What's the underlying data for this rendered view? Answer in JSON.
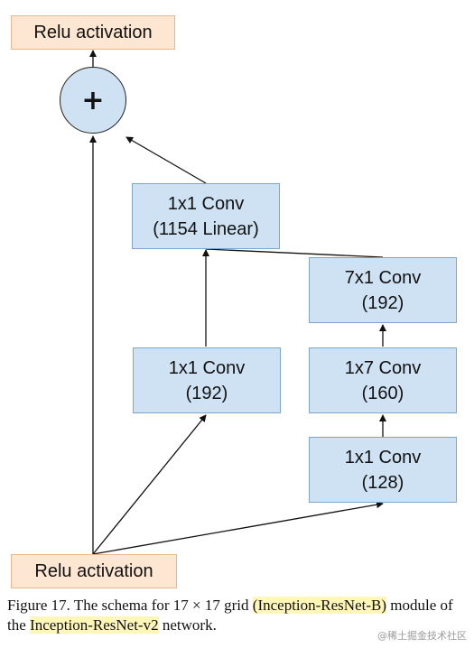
{
  "diagram": {
    "top_relu": "Relu activation",
    "bottom_relu": "Relu activation",
    "sum_symbol": "+",
    "conv_linear": {
      "line1": "1x1 Conv",
      "line2": "(1154 Linear)"
    },
    "branch1_conv": {
      "line1": "1x1 Conv",
      "line2": "(192)"
    },
    "branch2_conv_a": {
      "line1": "1x1 Conv",
      "line2": "(128)"
    },
    "branch2_conv_b": {
      "line1": "1x7 Conv",
      "line2": "(160)"
    },
    "branch2_conv_c": {
      "line1": "7x1 Conv",
      "line2": "(192)"
    }
  },
  "caption": {
    "prefix": "Figure 17. The schema for 17 × 17 grid ",
    "highlight1": "(Inception-ResNet-B)",
    "middle": " module of the ",
    "highlight2": "Inception-ResNet-v2",
    "suffix": " network."
  },
  "watermark": "@稀土掘金技术社区",
  "colors": {
    "relu_fill": "#fde7d3",
    "conv_fill": "#cfe2f3",
    "highlight": "#fff6b8"
  }
}
